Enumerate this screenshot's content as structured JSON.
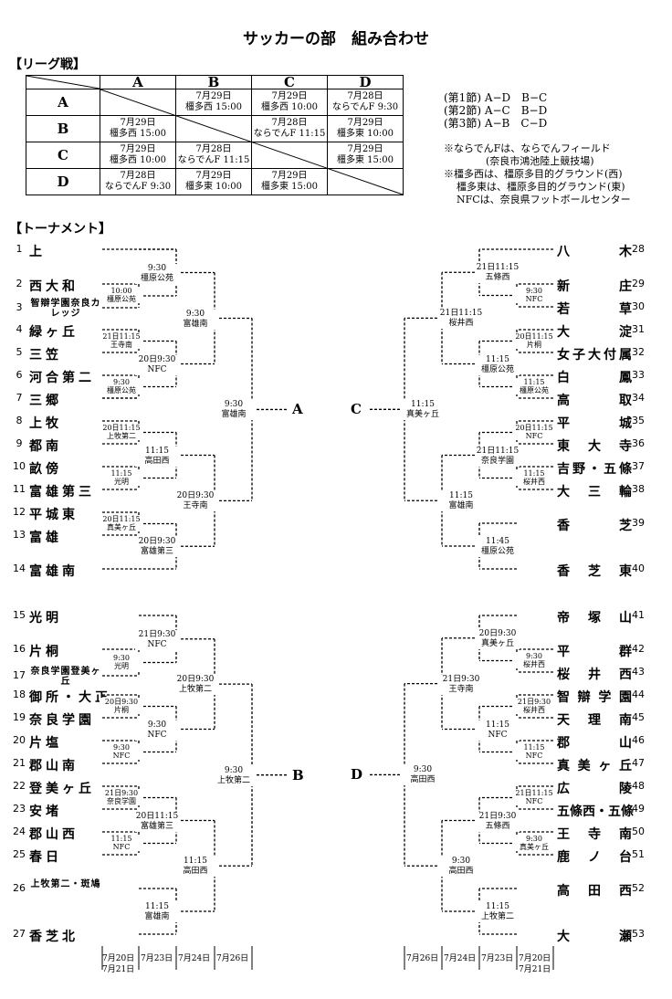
{
  "title": "サッカーの部　組み合わせ",
  "league": {
    "heading": "【リーグ戦】",
    "cols": [
      "A",
      "B",
      "C",
      "D"
    ],
    "rows": [
      {
        "name": "A",
        "cells": [
          null,
          [
            "7月29日",
            "橿多西 15:00"
          ],
          [
            "7月29日",
            "橿多西 10:00"
          ],
          [
            "7月28日",
            "ならでんF 9:30"
          ]
        ]
      },
      {
        "name": "B",
        "cells": [
          [
            "7月29日",
            "橿多西 15:00"
          ],
          null,
          [
            "7月28日",
            "ならでんF 11:15"
          ],
          [
            "7月29日",
            "橿多東 10:00"
          ]
        ]
      },
      {
        "name": "C",
        "cells": [
          [
            "7月29日",
            "橿多西 10:00"
          ],
          [
            "7月28日",
            "ならでんF 11:15"
          ],
          null,
          [
            "7月29日",
            "橿多東 15:00"
          ]
        ]
      },
      {
        "name": "D",
        "cells": [
          [
            "7月28日",
            "ならでんF 9:30"
          ],
          [
            "7月29日",
            "橿多東 10:00"
          ],
          [
            "7月29日",
            "橿多東 15:00"
          ],
          null
        ]
      }
    ],
    "rounds": [
      "(第1節) A−D　B−C",
      "(第2節) A−C　B−D",
      "(第3節) A−B　C−D"
    ],
    "notes": [
      "※ならでんFは、ならでんフィールド",
      "(奈良市鴻池陸上競技場)",
      "※橿多西は、橿原多目的グラウンド(西)",
      "橿多東は、橿原多目的グラウンド(東)",
      "NFCは、奈良県フットボールセンター"
    ]
  },
  "tournament": {
    "heading": "【トーナメント】",
    "left_teams": [
      {
        "n": "1",
        "name": "上"
      },
      {
        "n": "2",
        "name": "西大和"
      },
      {
        "n": "3",
        "name": "智辯学園奈良カレッジ"
      },
      {
        "n": "4",
        "name": "緑ヶ丘"
      },
      {
        "n": "5",
        "name": "三笠"
      },
      {
        "n": "6",
        "name": "河合第二"
      },
      {
        "n": "7",
        "name": "三郷"
      },
      {
        "n": "8",
        "name": "上牧"
      },
      {
        "n": "9",
        "name": "都南"
      },
      {
        "n": "10",
        "name": "畝傍"
      },
      {
        "n": "11",
        "name": "富雄第三"
      },
      {
        "n": "12",
        "name": "平城東"
      },
      {
        "n": "13",
        "name": "富雄"
      },
      {
        "n": "14",
        "name": "富雄南"
      },
      {
        "n": "15",
        "name": "光明"
      },
      {
        "n": "16",
        "name": "片桐"
      },
      {
        "n": "17",
        "name": "奈良学園登美ヶ丘"
      },
      {
        "n": "18",
        "name": "御所・大正"
      },
      {
        "n": "19",
        "name": "奈良学園"
      },
      {
        "n": "20",
        "name": "片塩"
      },
      {
        "n": "21",
        "name": "郡山南"
      },
      {
        "n": "22",
        "name": "登美ヶ丘"
      },
      {
        "n": "23",
        "name": "安堵"
      },
      {
        "n": "24",
        "name": "郡山西"
      },
      {
        "n": "25",
        "name": "春日"
      },
      {
        "n": "26",
        "name": "上牧第二・斑鳩"
      },
      {
        "n": "27",
        "name": "香芝北"
      }
    ],
    "right_teams": [
      {
        "n": "28",
        "name": "八木"
      },
      {
        "n": "29",
        "name": "新庄"
      },
      {
        "n": "30",
        "name": "若草"
      },
      {
        "n": "31",
        "name": "大淀"
      },
      {
        "n": "32",
        "name": "女子大付属"
      },
      {
        "n": "33",
        "name": "白鳳"
      },
      {
        "n": "34",
        "name": "高取"
      },
      {
        "n": "35",
        "name": "平城"
      },
      {
        "n": "36",
        "name": "東大寺"
      },
      {
        "n": "37",
        "name": "吉野・五條"
      },
      {
        "n": "38",
        "name": "大三輪"
      },
      {
        "n": "39",
        "name": "香芝"
      },
      {
        "n": "40",
        "name": "香芝東"
      },
      {
        "n": "41",
        "name": "帝塚山"
      },
      {
        "n": "42",
        "name": "平群"
      },
      {
        "n": "43",
        "name": "桜井西"
      },
      {
        "n": "44",
        "name": "智辯学園"
      },
      {
        "n": "45",
        "name": "天理南"
      },
      {
        "n": "46",
        "name": "郡山"
      },
      {
        "n": "47",
        "name": "真美ヶ丘"
      },
      {
        "n": "48",
        "name": "広陵"
      },
      {
        "n": "49",
        "name": "五條西・五條"
      },
      {
        "n": "50",
        "name": "王寺南"
      },
      {
        "n": "51",
        "name": "鹿ノ台"
      },
      {
        "n": "52",
        "name": "高田西"
      },
      {
        "n": "53",
        "name": "大瀬"
      }
    ],
    "games": [
      [
        "10:00",
        "橿原公苑"
      ],
      [
        "21日11:15",
        "王寺南"
      ],
      [
        "9:30",
        "橿原公苑"
      ],
      [
        "20日11:15",
        "上牧第二"
      ],
      [
        "11:15",
        "光明"
      ],
      [
        "20日11:15",
        "真美ヶ丘"
      ],
      [
        "9:30",
        "橿原公苑"
      ],
      [
        "20日9:30",
        "NFC"
      ],
      [
        "11:15",
        "高田西"
      ],
      [
        "20日9:30",
        "富雄第三"
      ],
      [
        "9:30",
        "富雄南"
      ],
      [
        "20日9:30",
        "王寺南"
      ],
      [
        "9:30",
        "富雄南"
      ],
      [
        "9:30",
        "光明"
      ],
      [
        "20日9:30",
        "片桐"
      ],
      [
        "9:30",
        "NFC"
      ],
      [
        "21日9:30",
        "奈良学園"
      ],
      [
        "11:15",
        "NFC"
      ],
      [
        "21日9:30",
        "NFC"
      ],
      [
        "9:30",
        "NFC"
      ],
      [
        "20日11:15",
        "富雄第三"
      ],
      [
        "11:15",
        "富雄南"
      ],
      [
        "20日9:30",
        "上牧第二"
      ],
      [
        "11:15",
        "高田西"
      ],
      [
        "9:30",
        "上牧第二"
      ],
      [
        "9:30",
        "NFC"
      ],
      [
        "20日11:15",
        "片桐"
      ],
      [
        "11:15",
        "橿原公苑"
      ],
      [
        "20日11:15",
        "NFC"
      ],
      [
        "11:15",
        "桜井西"
      ],
      [
        "21日11:15",
        "五條西"
      ],
      [
        "11:15",
        "橿原公苑"
      ],
      [
        "21日11:15",
        "奈良学園"
      ],
      [
        "11:45",
        "橿原公苑"
      ],
      [
        "21日11:15",
        "桜井西"
      ],
      [
        "11:15",
        "富雄南"
      ],
      [
        "11:15",
        "真美ヶ丘"
      ],
      [
        "9:30",
        "桜井西"
      ],
      [
        "21日9:30",
        "桜井西"
      ],
      [
        "11:15",
        "NFC"
      ],
      [
        "21日11:15",
        "NFC"
      ],
      [
        "9:30",
        "真美ヶ丘"
      ],
      [
        "20日9:30",
        "真美ヶ丘"
      ],
      [
        "11:15",
        "NFC"
      ],
      [
        "21日9:30",
        "五條西"
      ],
      [
        "11:15",
        "上牧第二"
      ],
      [
        "21日9:30",
        "王寺南"
      ],
      [
        "9:30",
        "高田西"
      ],
      [
        "9:30",
        "高田西"
      ]
    ],
    "finals": [
      "A",
      "B",
      "C",
      "D"
    ],
    "left_dates": [
      "7月20日",
      "7月21日",
      "7月23日",
      "7月24日",
      "7月26日"
    ],
    "right_dates": [
      "7月26日",
      "7月24日",
      "7月23日",
      "7月20日",
      "7月21日"
    ]
  }
}
